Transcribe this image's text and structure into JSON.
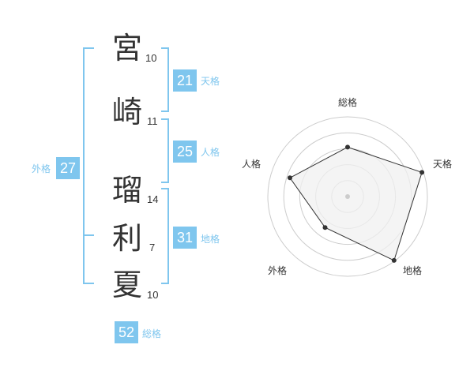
{
  "name": {
    "characters": [
      {
        "char": "宮",
        "strokes": "10"
      },
      {
        "char": "崎",
        "strokes": "11"
      },
      {
        "char": "瑠",
        "strokes": "14"
      },
      {
        "char": "利",
        "strokes": "7"
      },
      {
        "char": "夏",
        "strokes": "10"
      }
    ]
  },
  "fortune": {
    "tenkaku": {
      "value": "21",
      "label": "天格"
    },
    "jinkaku": {
      "value": "25",
      "label": "人格"
    },
    "chikaku": {
      "value": "31",
      "label": "地格"
    },
    "gaikaku": {
      "value": "27",
      "label": "外格"
    },
    "soukaku": {
      "value": "52",
      "label": "総格"
    }
  },
  "chart_data": {
    "type": "radar",
    "axes": [
      "総格",
      "天格",
      "地格",
      "外格",
      "人格"
    ],
    "values": [
      0.62,
      0.98,
      0.99,
      0.48,
      0.76
    ],
    "rings": 5,
    "colors": {
      "fill": "#f0f0f0",
      "line": "#333333",
      "ring": "#cccccc",
      "accent": "#7fc6ee"
    }
  }
}
